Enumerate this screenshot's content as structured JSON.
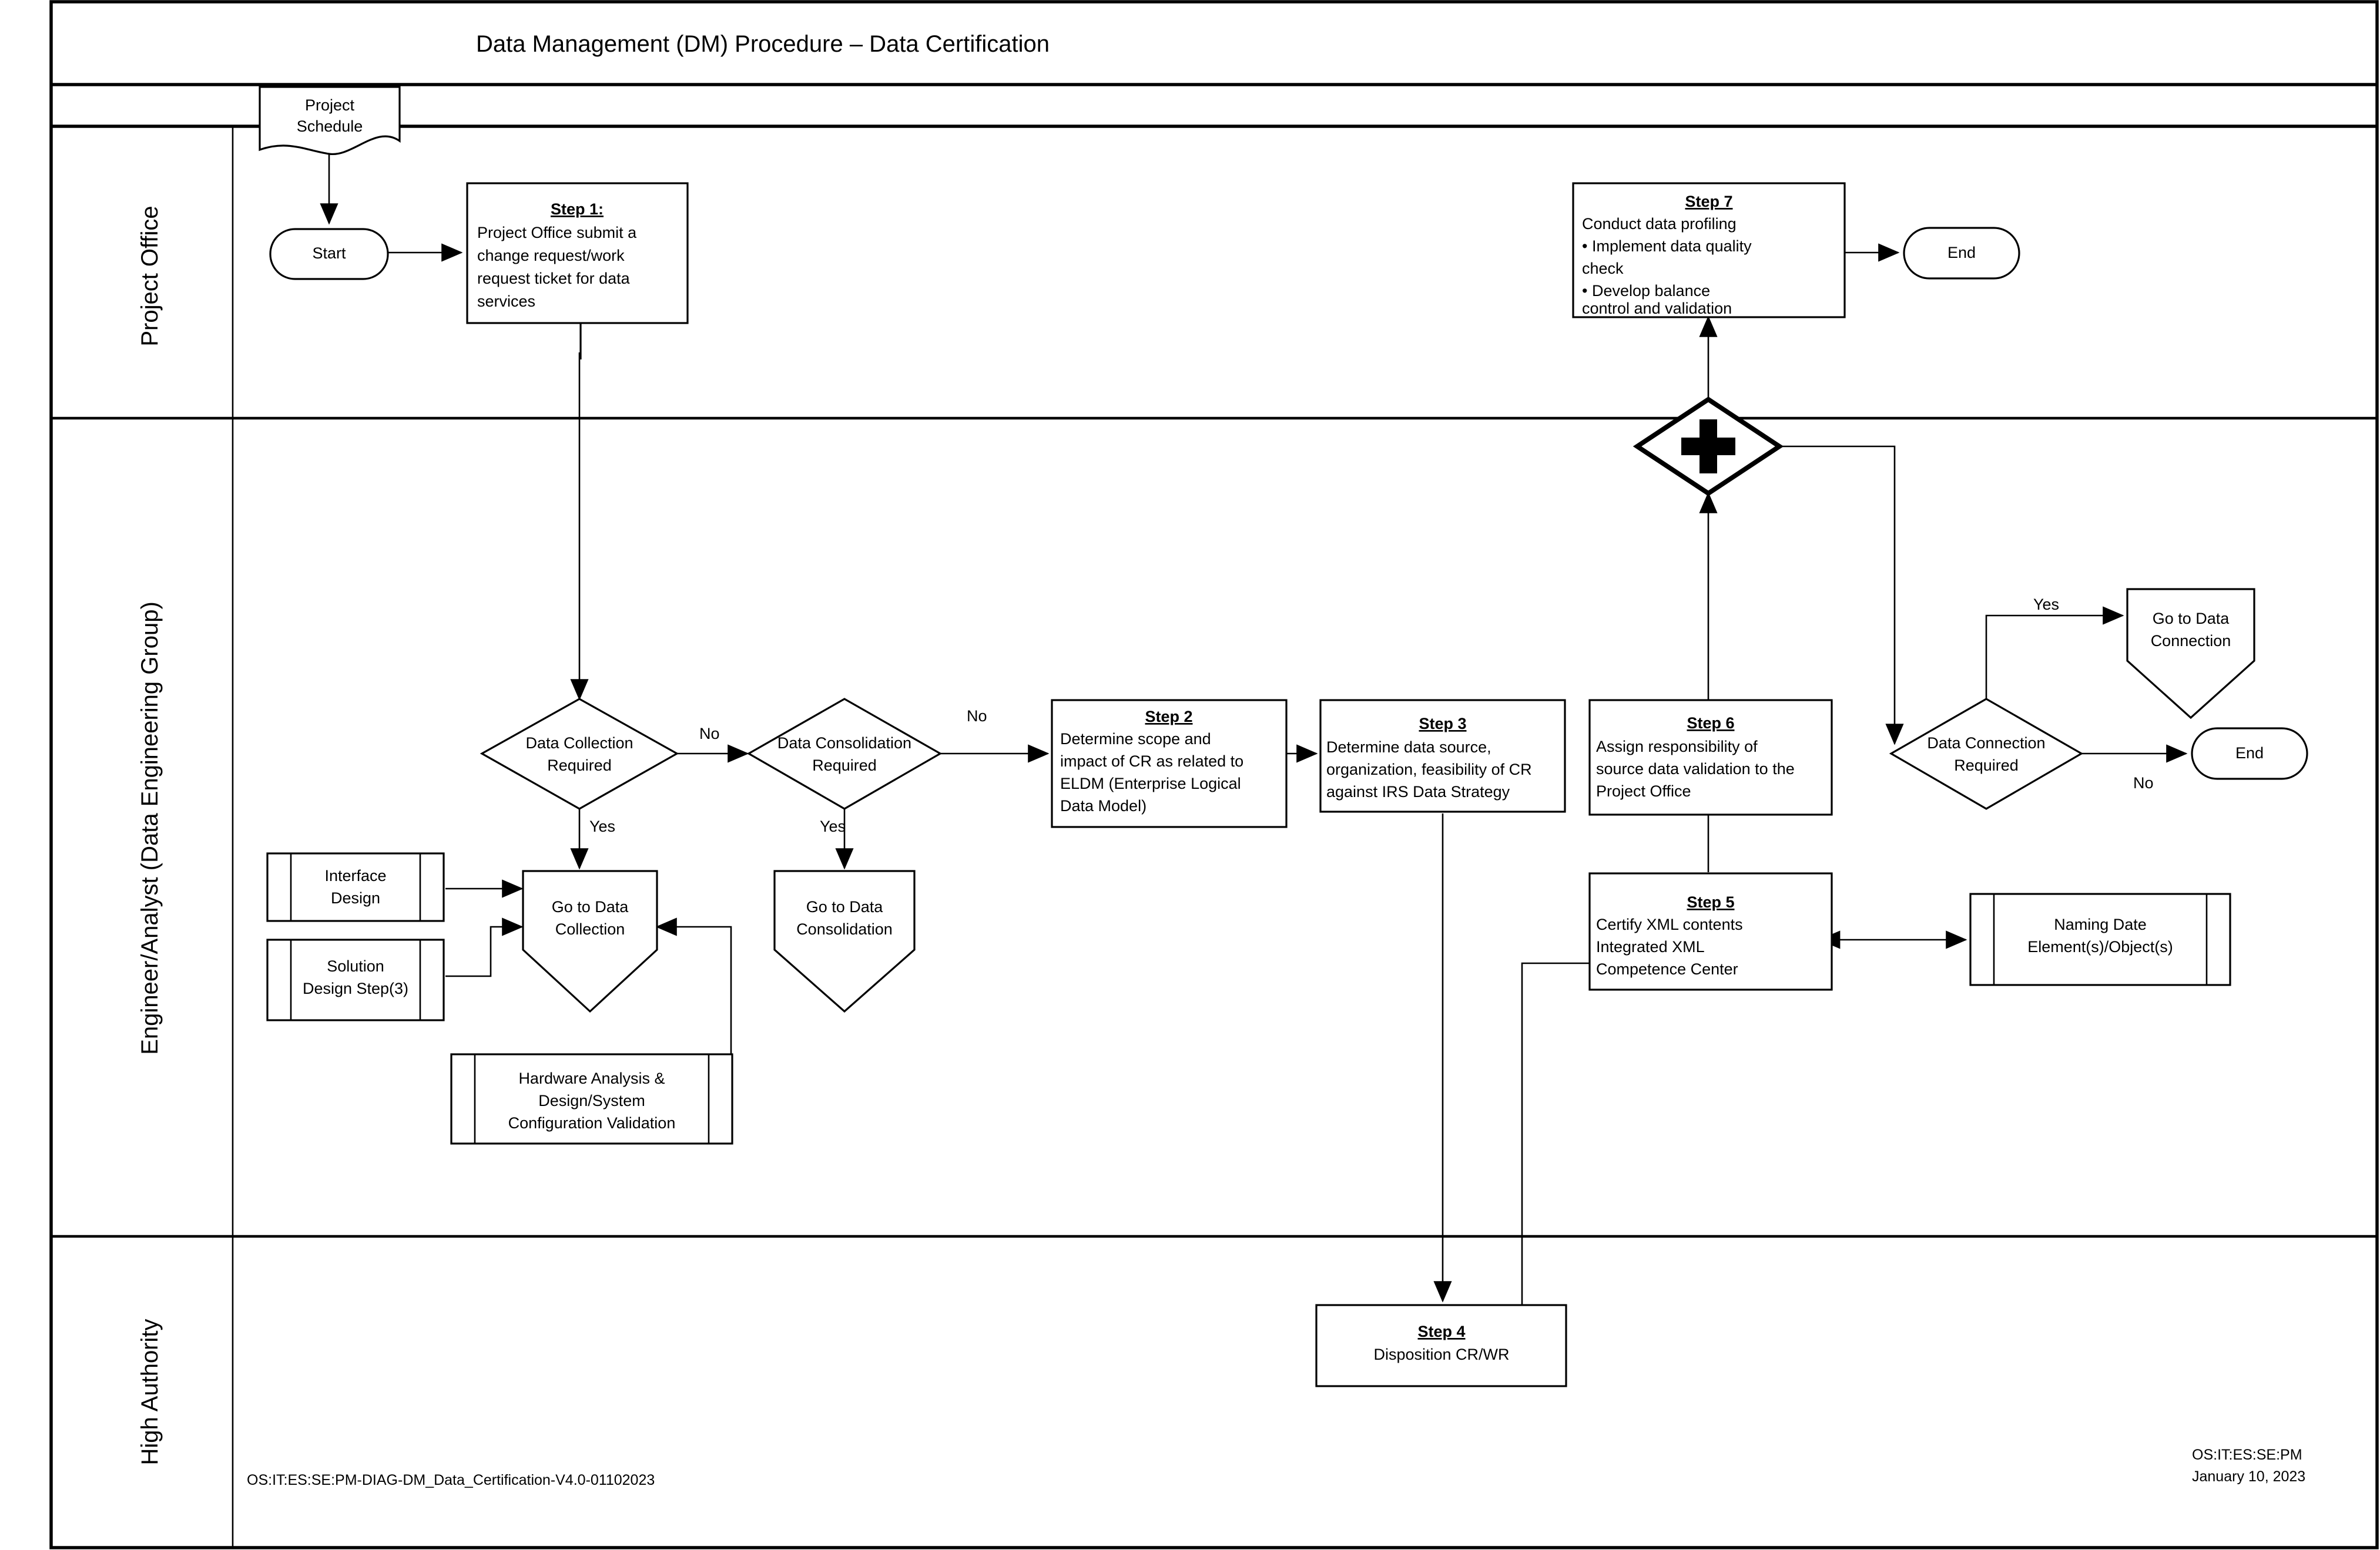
{
  "header": {
    "title": "Data Management (DM) Procedure – Data Certification"
  },
  "lanes": [
    {
      "id": "project-office",
      "label": "Project Office"
    },
    {
      "id": "engineer-analyst",
      "label": "Engineer/Analyst (Data Engineering Group)"
    },
    {
      "id": "high-authority",
      "label": "High Authority"
    }
  ],
  "nodes": {
    "project_schedule": {
      "line1": "Project",
      "line2": "Schedule",
      "shape": "document"
    },
    "start": {
      "label": "Start",
      "shape": "terminator"
    },
    "step1": {
      "title": "Step 1:",
      "lines": [
        "Project Office submit a",
        "change request/work",
        "request ticket for data",
        "services"
      ],
      "shape": "process"
    },
    "step7": {
      "title": "Step 7",
      "lines": [
        "Conduct data profiling",
        "• Implement data quality",
        "   check",
        "• Develop balance",
        "   control and validation"
      ],
      "shape": "process"
    },
    "end_top": {
      "label": "End",
      "shape": "terminator"
    },
    "gateway_parallel": {
      "symbol": "plus-gateway-icon",
      "shape": "parallel-gateway"
    },
    "dec_data_collection": {
      "lines": [
        "Data Collection",
        "Required"
      ],
      "shape": "decision"
    },
    "dec_data_consolidation": {
      "lines": [
        "Data Consolidation",
        "Required"
      ],
      "shape": "decision"
    },
    "dec_data_connection": {
      "lines": [
        "Data Connection",
        "Required"
      ],
      "shape": "decision"
    },
    "step2": {
      "title": "Step 2",
      "lines": [
        "Determine scope and",
        "impact of CR as related to",
        "ELDM (Enterprise Logical",
        "Data Model)"
      ],
      "shape": "process"
    },
    "step3": {
      "title": "Step 3",
      "lines": [
        "Determine data source,",
        "organization, feasibility of CR",
        "against IRS Data Strategy"
      ],
      "shape": "process"
    },
    "step6": {
      "title": "Step 6",
      "lines": [
        "Assign responsibility of",
        "source data validation to the",
        "Project Office"
      ],
      "shape": "process"
    },
    "step5": {
      "title": "Step 5",
      "lines": [
        "Certify XML contents",
        "Integrated XML",
        "Competence Center"
      ],
      "shape": "process"
    },
    "step4": {
      "title": "Step 4",
      "lines": [
        "Disposition CR/WR"
      ],
      "shape": "process"
    },
    "goto_data_collection": {
      "lines": [
        "Go to Data",
        "Collection"
      ],
      "shape": "off-page-connector"
    },
    "goto_data_consolidation": {
      "lines": [
        "Go to Data",
        "Consolidation"
      ],
      "shape": "off-page-connector"
    },
    "goto_data_connection": {
      "lines": [
        "Go to Data",
        "Connection"
      ],
      "shape": "off-page-connector"
    },
    "interface_design": {
      "lines": [
        "Interface",
        "Design"
      ],
      "shape": "predefined-process"
    },
    "solution_design": {
      "lines": [
        "Solution",
        "Design Step(3)"
      ],
      "shape": "predefined-process"
    },
    "hardware_analysis": {
      "lines": [
        "Hardware Analysis &",
        "Design/System",
        "Configuration Validation"
      ],
      "shape": "predefined-process"
    },
    "naming_date": {
      "lines": [
        "Naming Date",
        "Element(s)/Object(s)"
      ],
      "shape": "predefined-process"
    },
    "end_right": {
      "label": "End",
      "shape": "terminator"
    }
  },
  "edge_labels": {
    "collection_no": "No",
    "collection_yes": "Yes",
    "consolidation_no": "No",
    "consolidation_yes": "Yes",
    "connection_yes": "Yes",
    "connection_no": "No"
  },
  "footer": {
    "left": "OS:IT:ES:SE:PM-DIAG-DM_Data_Certification-V4.0-01102023",
    "right_line1": "OS:IT:ES:SE:PM",
    "right_line2": "January 10, 2023"
  },
  "colors": {
    "stroke": "#000000",
    "background": "#ffffff"
  }
}
